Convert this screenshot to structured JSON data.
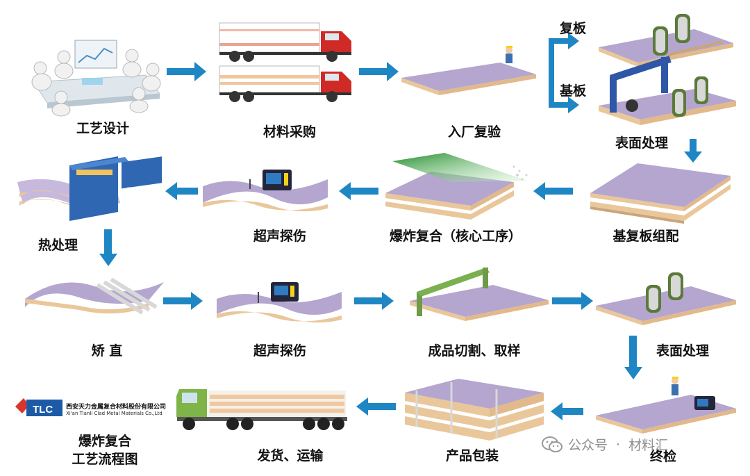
{
  "steps": {
    "design": "工艺设计",
    "purchase": "材料采购",
    "inspect": "入厂复验",
    "clad": "复板",
    "base": "基板",
    "surface1": "表面处理",
    "assembly": "基复板组配",
    "explosion": "爆炸复合（核心工序）",
    "ut1": "超声探伤",
    "heat": "热处理",
    "straighten": "矫  直",
    "ut2": "超声探伤",
    "cutting": "成品切割、取样",
    "surface2": "表面处理",
    "final": "终检",
    "packing": "产品包装",
    "shipping": "发货、运输"
  },
  "footer": {
    "title_line1": "爆炸复合",
    "title_line2": "工艺流程图",
    "company_cn": "西安天力金属复合材料股份有限公司",
    "company_en": "Xi'an Tianli Clad Metal Materials Co.,Ltd",
    "logo_text": "TLC",
    "machine_logo": "西安天力"
  },
  "watermark": {
    "account": "公众号",
    "separator": "·",
    "name": "材料汇"
  },
  "colors": {
    "arrow": "#1f86c4",
    "plate_top": "#b4a6cf",
    "plate_edge": "#e9c79a",
    "logo_red": "#d8362b",
    "logo_blue": "#1d5aa6"
  }
}
